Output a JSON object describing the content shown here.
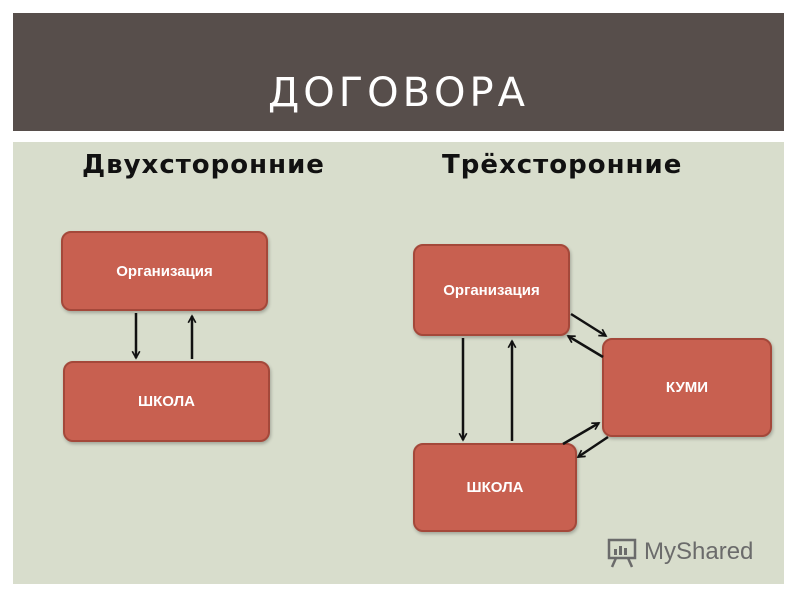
{
  "title": "ДОГОВОРА",
  "left": {
    "heading": "Двухсторонние",
    "org_label": "Организация",
    "school_label": "ШКОЛА"
  },
  "right": {
    "heading": "Трёхсторонние",
    "org_label": "Организация",
    "kumi_label": "КУМИ",
    "school_label": "ШКОЛА"
  },
  "watermark": "MyShared",
  "colors": {
    "title_bar": "#574e4b",
    "background": "#d8ddcc",
    "box_fill": "#c86050",
    "box_border": "#a4483a",
    "arrow": "#111111"
  }
}
